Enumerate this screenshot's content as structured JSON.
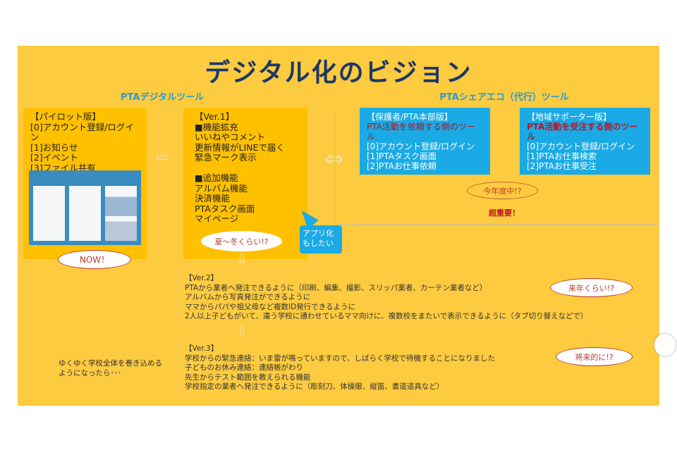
{
  "title": "デジタル化のビジョン",
  "pta_digital_tool": "PTAデジタルツール",
  "pta_share_tool": "PTAシェアエコ（代行）ツール",
  "pilot": {
    "lines": [
      "【パイロット版】",
      "[0]アカウント登録/ログイン",
      "[1]お知らせ",
      "[2]イベント",
      "[3]ファイル共有"
    ],
    "badge": "NOW！"
  },
  "ver1": {
    "lines": [
      "【Ver.1】",
      "■機能拡充",
      "いいねやコメント",
      "更新情報がLINEで届く",
      "緊急マーク表示",
      "",
      "■追加機能",
      "アルバム機能",
      "決済機能",
      "PTAタスク画面",
      "マイページ"
    ],
    "badge": "夏〜冬くらい!?",
    "callout": [
      "アプリ化",
      "もしたい"
    ]
  },
  "parent": {
    "head": "【保護者/PTA本部版】",
    "tagline": "PTA活動を依頼する側のツール",
    "lines": [
      "[0]アカウント登録/ログイン",
      "[1]PTAタスク画面",
      "[2]PTAお仕事依頼"
    ]
  },
  "supporter": {
    "head": "【地域サポーター版】",
    "tagline": "PTA活動を受注する側のツール",
    "lines": [
      "[0]アカウント登録/ログイン",
      "[1]PTAお仕事検索",
      "[2]PTAお仕事受注"
    ]
  },
  "share_badge": "今年度中!?",
  "important": "超重要！",
  "ver2": {
    "lines": [
      "【Ver.2】",
      "PTAから業者へ発注できるように（印刷、編集、撮影、スリッパ業者、カーテン業者など）",
      "アルバムから写真発注ができるように",
      "ママからパパや祖父母など複数ID発行できるように",
      "2人以上子どもがいて、違う学校に通わせているママ向けに、複数校をまたいで表示できるように（タブ切り替えなどで）"
    ],
    "badge": "来年くらい!?"
  },
  "ver3": {
    "lines": [
      "【Ver.3】",
      "学校からの緊急連絡：いま雷が鳴っていますので、しばらく学校で待機することになりました",
      "子どものお休み連絡：連絡帳がわり",
      "先生からテスト範囲を教えられる機能",
      "学校指定の業者へ発注できるように（彫刻刀、体操服、縦笛、書道道具など）"
    ],
    "badge": "将来的に!?"
  },
  "future_note": [
    "ゆくゆく学校全体を巻き込める",
    "ようになったら･･･"
  ]
}
